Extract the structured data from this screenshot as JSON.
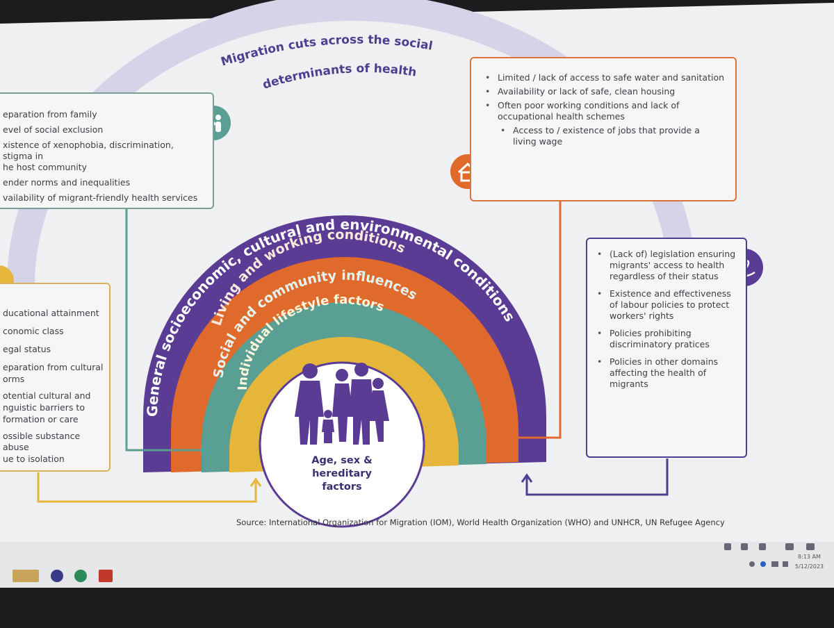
{
  "title": {
    "line1": "Migration cuts across the social",
    "line2": "determinants of health"
  },
  "rings": {
    "general": "General socioeconomic, cultural and environmental conditions",
    "living": "Living and working conditions",
    "social": "Social and community influences",
    "individual": "Individual lifestyle factors",
    "center": [
      "Age, sex &",
      "hereditary",
      "factors"
    ]
  },
  "boxes": {
    "social_top_left": [
      "eparation from family",
      "evel of social exclusion",
      "xistence of xenophobia, discrimination, stigma in",
      "he host community",
      "ender norms and inequalities",
      "vailability of migrant-friendly health services"
    ],
    "individual_left": [
      "ducational attainment",
      "conomic class",
      "egal status",
      "eparation from cultural",
      "orms",
      "otential cultural and",
      "nguistic barriers to",
      "formation or care",
      "ossible substance abuse",
      "ue to isolation"
    ],
    "living_top_right": [
      "Limited / lack of access to safe water and sanitation",
      "Availability or lack of safe, clean housing",
      "Often poor working conditions and lack of occupational health schemes",
      "Access to / existence of jobs that provide a living wage"
    ],
    "general_right": [
      "(Lack of) legislation ensuring migrants' access to health regardless of their status",
      "Existence and effectiveness of labour policies to protect workers' rights",
      "Policies prohibiting discriminatory pratices",
      "Policies in other domains affecting the health of migrants"
    ]
  },
  "source": "Source: International Organization for Migration (IOM), World Health Organization (WHO) and UNHCR, UN Refugee Agency",
  "taskbar": {
    "time": "8:13 AM",
    "date": "5/12/2023"
  },
  "icons": {
    "people": "people-icon",
    "house": "house-icon",
    "heart_hand": "heart-hand-icon",
    "education": "education-icon"
  },
  "colors": {
    "purple": "#5b3c94",
    "orange": "#e06a2b",
    "teal": "#5a9f93",
    "yellow": "#e6b63a",
    "title_arc": "#d6d3e8",
    "projection": "#eef0f1"
  }
}
